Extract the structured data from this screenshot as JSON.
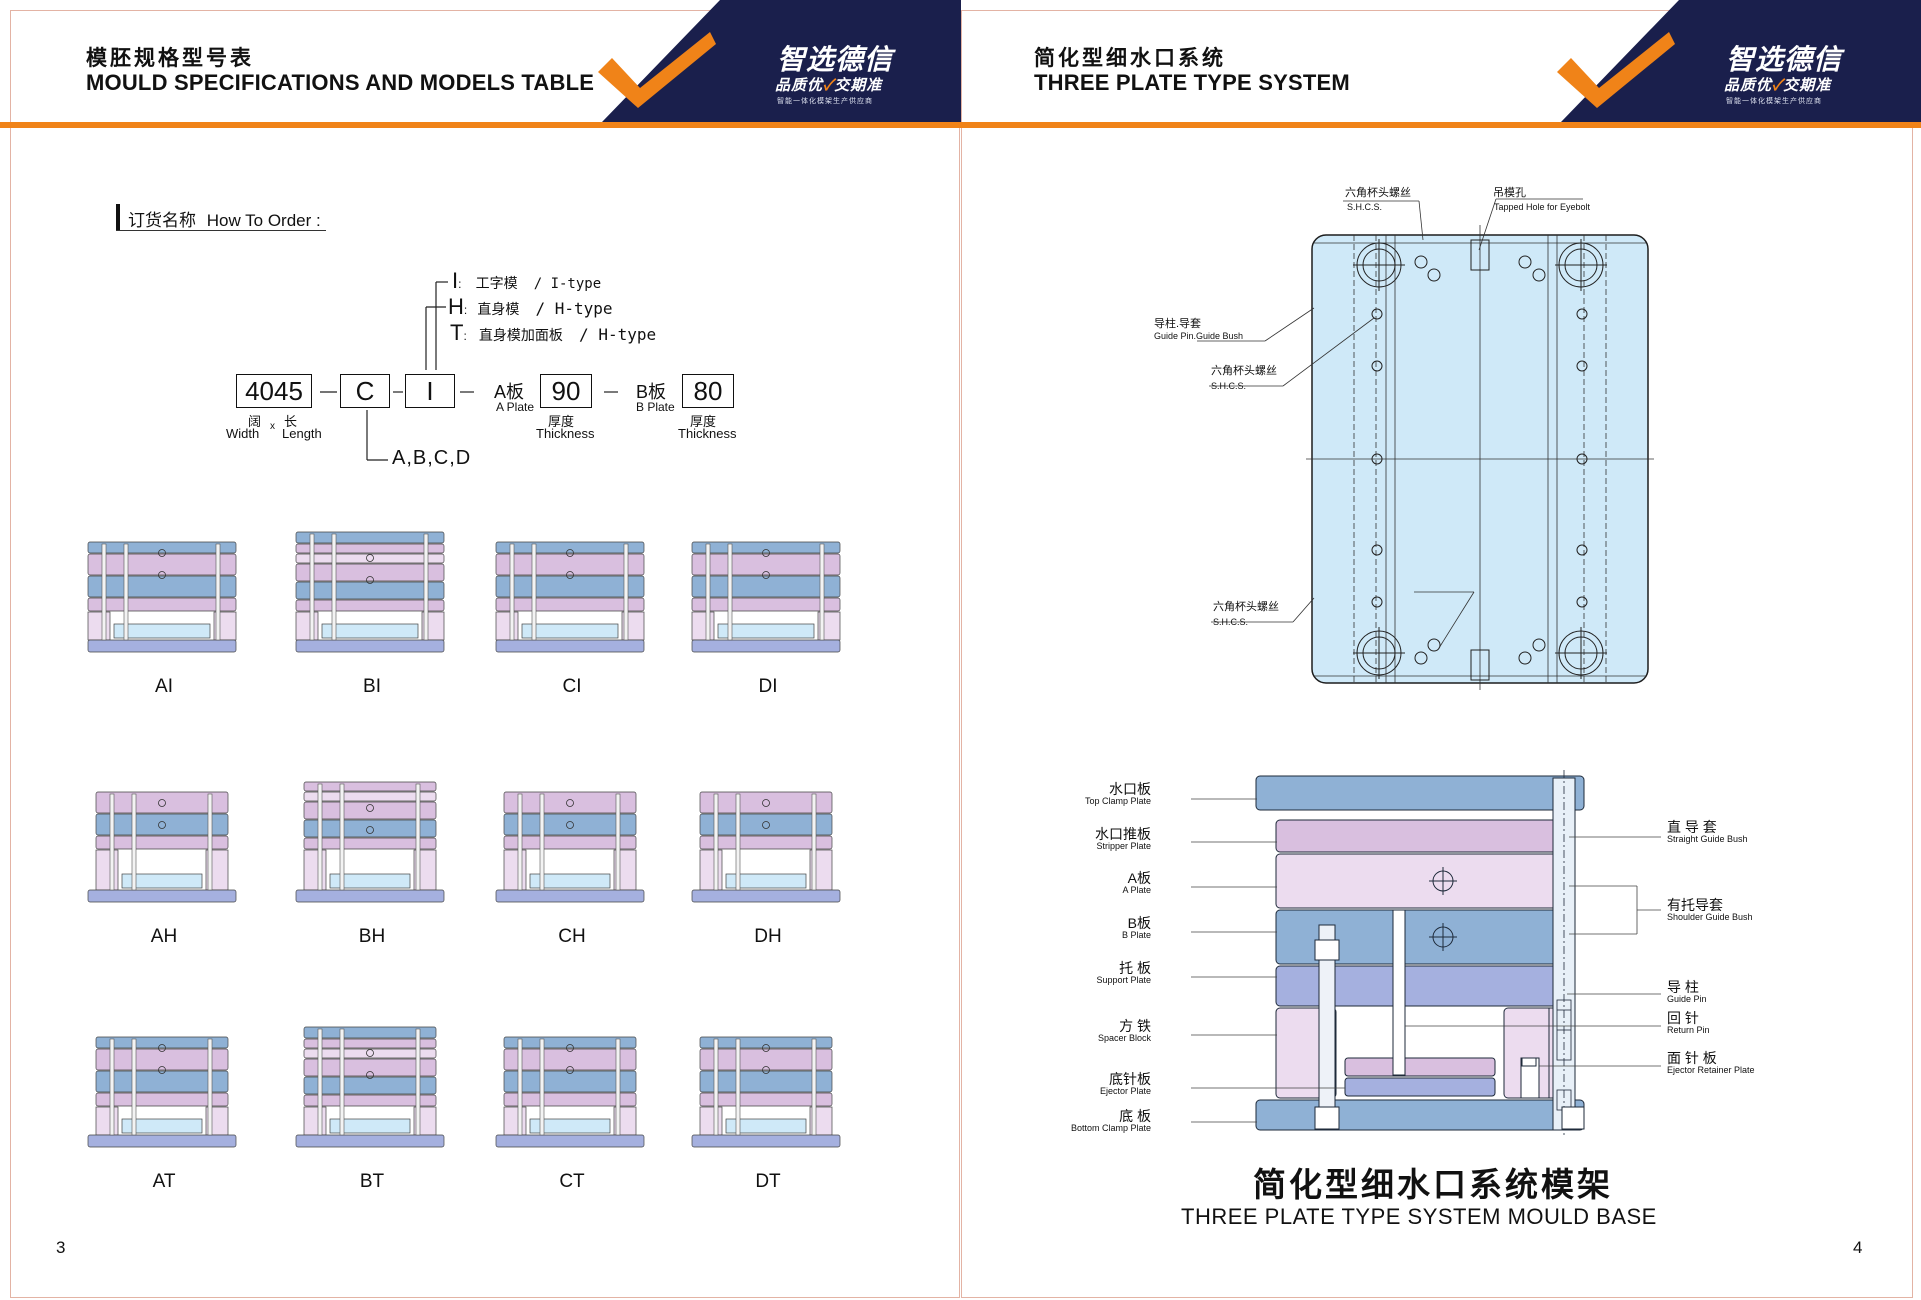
{
  "colors": {
    "navy": "#1a1f4c",
    "orange": "#f08318",
    "blue_plate": "#8fb1d5",
    "pink_plate": "#d9bfdf",
    "light_pink": "#ecdcef",
    "periwinkle": "#a5b0df",
    "light_blue": "#cfe9f8"
  },
  "left_page": {
    "header": {
      "title_cn": "模胚规格型号表",
      "title_en": "MOULD SPECIFICATIONS AND MODELS TABLE"
    },
    "brand": {
      "name": "智选德信",
      "slogan_a": "品质优",
      "slogan_b": "交期准",
      "tagline": "智能一体化模架生产供应商",
      "check_icon": "checkmark-icon"
    },
    "order": {
      "title_cn": "订货名称",
      "title_en": "How To Order :",
      "types": [
        {
          "code": "I",
          "sep": ":",
          "cn": "工字模",
          "en": "/ I-type"
        },
        {
          "code": "H",
          "sep": ":",
          "cn": "直身模",
          "en": "/ H-type"
        },
        {
          "code": "T",
          "sep": ":",
          "cn": "直身模加面板",
          "en": "/ H-type"
        }
      ],
      "code": {
        "size": "4045",
        "series": "C",
        "type": "I",
        "a_label": "A板",
        "a_sub": "A Plate",
        "a_value": "90",
        "b_label": "B板",
        "b_sub": "B Plate",
        "b_value": "80",
        "width_cn": "阔",
        "x": "x",
        "length_cn": "长",
        "width_en": "Width",
        "length_en": "Length",
        "thick_cn": "厚度",
        "thick_en": "Thickness",
        "series_options": "A,B,C,D"
      }
    },
    "thumbnails": [
      "AI",
      "BI",
      "CI",
      "DI",
      "AH",
      "BH",
      "CH",
      "DH",
      "AT",
      "BT",
      "CT",
      "DT"
    ],
    "page_number": "3"
  },
  "right_page": {
    "header": {
      "title_cn": "简化型细水口系统",
      "title_en": "THREE PLATE TYPE SYSTEM"
    },
    "brand": {
      "name": "智选德信",
      "slogan_a": "品质优",
      "slogan_b": "交期准",
      "tagline": "智能一体化模架生产供应商",
      "check_icon": "checkmark-icon"
    },
    "plan_callouts": [
      {
        "cn": "六角杯头螺丝",
        "en": "S.H.C.S."
      },
      {
        "cn": "吊模孔",
        "en": "Tapped Hole for Eyebolt"
      },
      {
        "cn": "导柱.导套",
        "en": "Guide Pin.Guide Bush"
      },
      {
        "cn": "六角杯头螺丝",
        "en": "S.H.C.S."
      },
      {
        "cn": "六角杯头螺丝",
        "en": "S.H.C.S."
      }
    ],
    "left_labels": [
      {
        "cn": "水口板",
        "en": "Top Clamp Plate"
      },
      {
        "cn": "水口推板",
        "en": "Stripper Plate"
      },
      {
        "cn": "A板",
        "en": "A Plate"
      },
      {
        "cn": "B板",
        "en": "B Plate"
      },
      {
        "cn": "托 板",
        "en": "Support Plate"
      },
      {
        "cn": "方 铁",
        "en": "Spacer Block"
      },
      {
        "cn": "底针板",
        "en": "Ejector Plate"
      },
      {
        "cn": "底 板",
        "en": "Bottom Clamp Plate"
      }
    ],
    "right_labels": [
      {
        "cn": "直 导 套",
        "en": "Straight Guide Bush"
      },
      {
        "cn": "有托导套",
        "en": "Shoulder Guide Bush"
      },
      {
        "cn": "导 柱",
        "en": "Guide Pin"
      },
      {
        "cn": "回 针",
        "en": "Return Pin"
      },
      {
        "cn": "面 针 板",
        "en": "Ejector Retainer Plate"
      }
    ],
    "caption": {
      "cn": "简化型细水口系统模架",
      "en": "THREE PLATE TYPE SYSTEM MOULD BASE"
    },
    "page_number": "4"
  }
}
